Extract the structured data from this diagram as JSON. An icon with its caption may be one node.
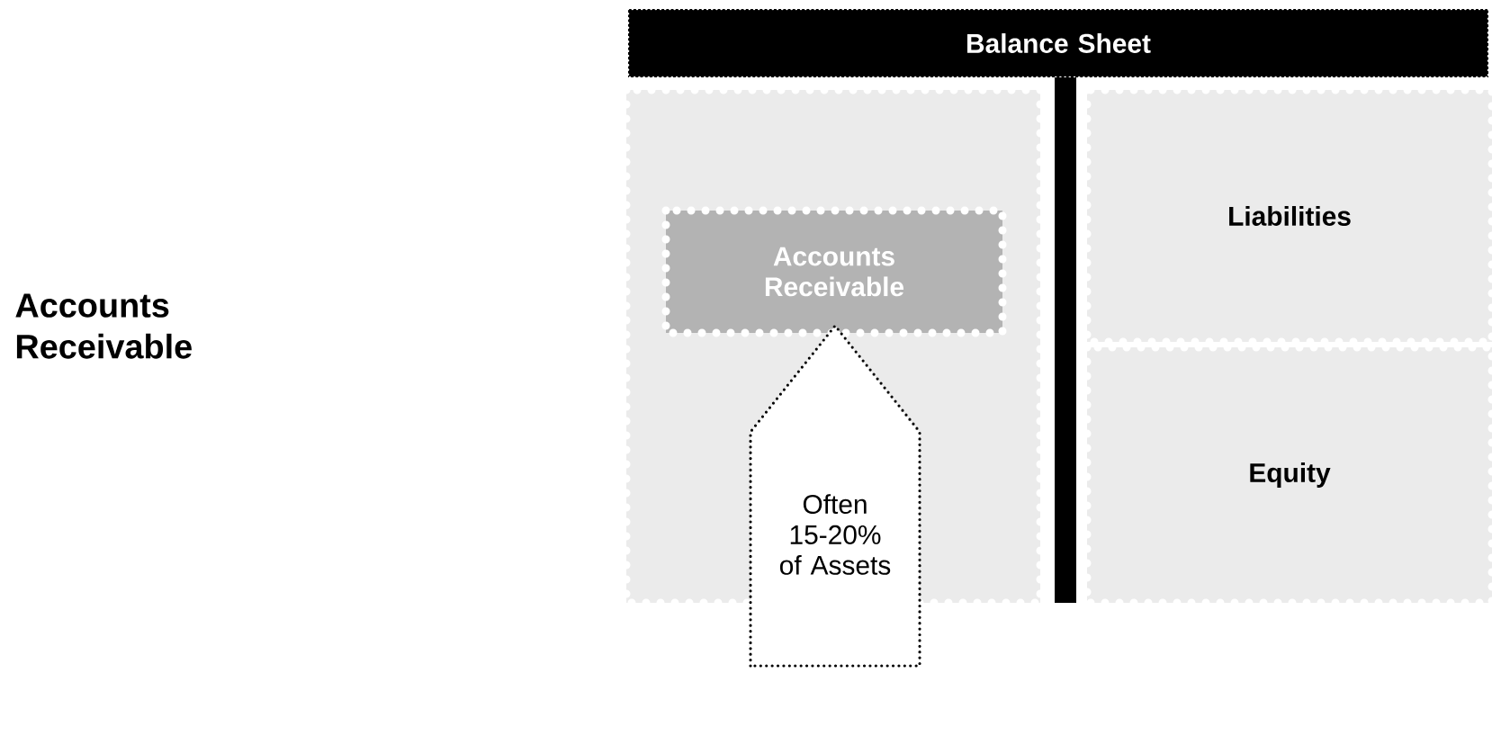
{
  "diagram": {
    "title": "Accounts Receivable",
    "nodes": [
      {
        "text": [
          "Balance Sheet"
        ]
      },
      {
        "text": [],
        "shape": "box"
      },
      {
        "text": [
          "Accounts Receivable"
        ],
        "in": 1
      },
      {
        "text": [
          "Liabilities"
        ]
      },
      {
        "text": [
          "Equity"
        ]
      },
      {
        "text": [
          "Often 15-20% of Assets"
        ]
      }
    ]
  }
}
